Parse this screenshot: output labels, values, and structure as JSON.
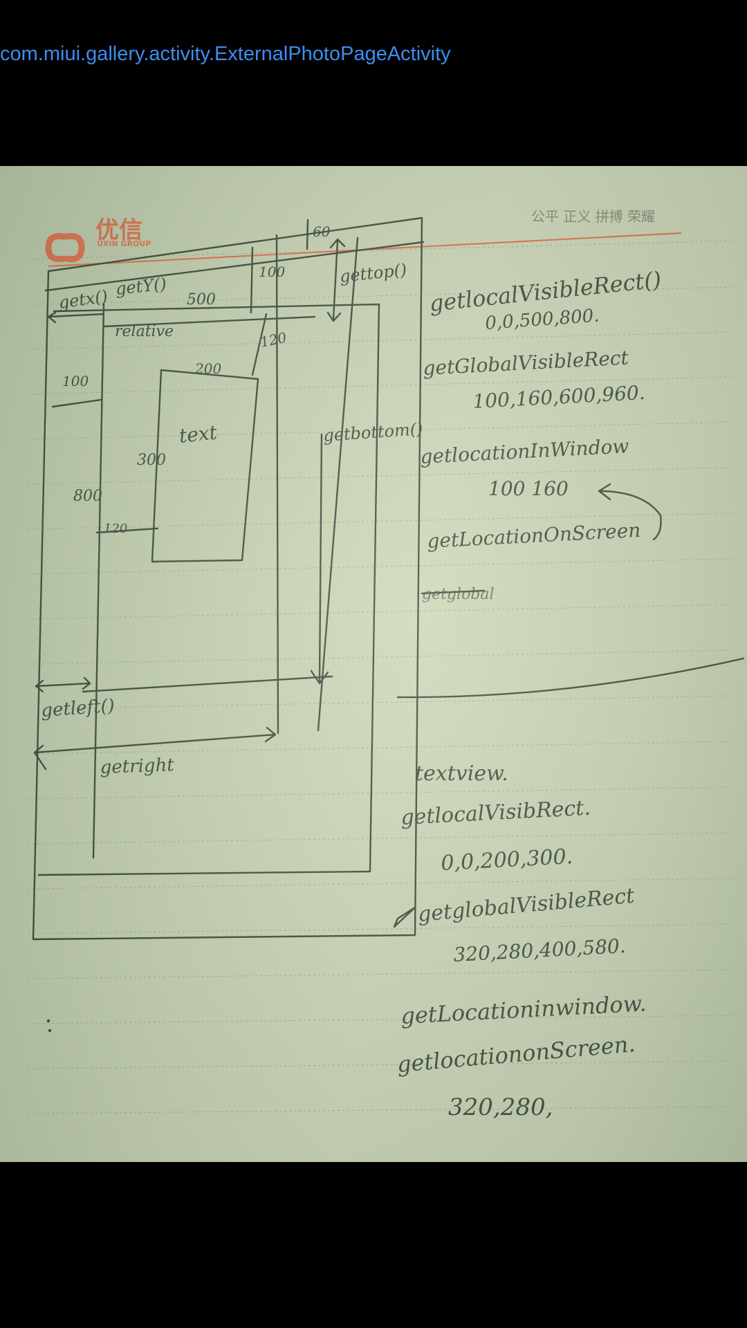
{
  "activity_name": "com.miui.gallery.activity.ExternalPhotoPageActivity",
  "photo": {
    "brand": {
      "logo_cn": "优信",
      "logo_en": "UXIN GROUP",
      "slogan": "公平  正义  拼搏  荣耀",
      "accent": "#d8744e"
    },
    "notes": {
      "dim_60": "60",
      "getx": "getx()",
      "gety": "getY()",
      "w500": "500",
      "h100": "100",
      "gettop": "gettop()",
      "relative": "relative",
      "left100": "100",
      "w200": "200",
      "h120": "120",
      "text_label": "text",
      "h300": "300",
      "h800": "800",
      "w120": "120",
      "getbottom": "getbottom()",
      "getleft": "getleft()",
      "getright": "getright",
      "r1_title": "getlocalVisibleRect()",
      "r1_value": "0,0,500,800.",
      "r2_title": "getGlobalVisibleRect",
      "r2_value": "100,160,600,960.",
      "r3_title": "getlocationInWindow",
      "r3_value": "100 160",
      "r4_title": "getLocationOnScreen",
      "r5_title": "getglobal",
      "t_title": "textview.",
      "t1_title": "getlocalVisibRect.",
      "t1_value": "0,0,200,300.",
      "t2_title": "getglobalVisibleRect",
      "t2_value": "320,280,400,580.",
      "t3_title": "getLocationinwindow.",
      "t4_title": "getlocationonScreen.",
      "t4_value": "320,280,"
    }
  }
}
